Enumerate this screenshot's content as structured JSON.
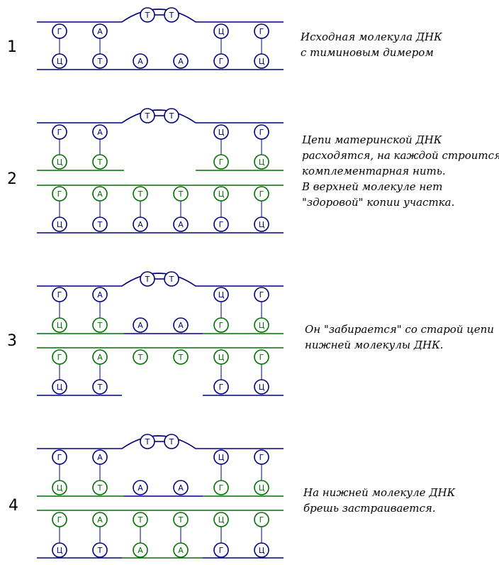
{
  "colors": {
    "blue": "#000080",
    "green": "#007000",
    "background": "#ffffff"
  },
  "panels": [
    {
      "number": "1",
      "caption": [
        "Исходная молекула ДНК",
        "с тиминовым димером"
      ],
      "strands": [
        {
          "kind": "strand",
          "color": "blue",
          "segments": [
            [
              52,
              400
            ]
          ],
          "hump": true,
          "ref": "t1"
        },
        {
          "kind": "bases",
          "color": "blue",
          "ref": "t1",
          "bases": [
            [
              "Г",
              0
            ],
            [
              "А",
              1
            ],
            [
              "Т",
              2
            ],
            [
              "Т",
              3
            ],
            [
              "Ц",
              4
            ],
            [
              "Г",
              5
            ]
          ]
        },
        {
          "kind": "bases",
          "color": "blue",
          "ref": "b1",
          "bases": [
            [
              "Ц",
              0
            ],
            [
              "Т",
              1
            ],
            [
              "А",
              2
            ],
            [
              "А",
              3
            ],
            [
              "Г",
              4
            ],
            [
              "Ц",
              5
            ]
          ]
        },
        {
          "kind": "strand",
          "color": "blue",
          "segments": [
            [
              52,
              400
            ]
          ],
          "ref": "b1"
        }
      ]
    },
    {
      "number": "2",
      "caption": [
        "Цепи материнской ДНК",
        "расходятся, на каждой строится",
        "комплементарная нить.",
        "В верхней молекуле нет",
        "\"здоровой\"  копии участка."
      ],
      "strands": [
        {
          "kind": "strand",
          "color": "blue",
          "segments": [
            [
              52,
              400
            ]
          ],
          "hump": true,
          "ref": "t1"
        },
        {
          "kind": "bases",
          "color": "blue",
          "ref": "t1",
          "bases": [
            [
              "Г",
              0
            ],
            [
              "А",
              1
            ],
            [
              "Т",
              2
            ],
            [
              "Т",
              3
            ],
            [
              "Ц",
              4
            ],
            [
              "Г",
              5
            ]
          ]
        },
        {
          "kind": "bases",
          "color": "green",
          "ref": "t2",
          "bases": [
            [
              "Ц",
              0
            ],
            [
              "Т",
              1
            ],
            [
              "Г",
              4
            ],
            [
              "Ц",
              5
            ]
          ]
        },
        {
          "kind": "strand",
          "color": "green",
          "segments": [
            [
              52,
              175
            ],
            [
              276,
              400
            ]
          ],
          "ref": "t2"
        },
        {
          "kind": "strand",
          "color": "green",
          "segments": [
            [
              52,
              400
            ]
          ],
          "ref": "b2"
        },
        {
          "kind": "bases",
          "color": "green",
          "ref": "b2",
          "bases": [
            [
              "Г",
              0
            ],
            [
              "А",
              1
            ],
            [
              "Т",
              2
            ],
            [
              "Т",
              3
            ],
            [
              "Ц",
              4
            ],
            [
              "Г",
              5
            ]
          ]
        },
        {
          "kind": "bases",
          "color": "blue",
          "ref": "b1",
          "bases": [
            [
              "Ц",
              0
            ],
            [
              "Т",
              1
            ],
            [
              "А",
              2
            ],
            [
              "А",
              3
            ],
            [
              "Г",
              4
            ],
            [
              "Ц",
              5
            ]
          ]
        },
        {
          "kind": "strand",
          "color": "blue",
          "segments": [
            [
              52,
              400
            ]
          ],
          "ref": "b1"
        }
      ]
    },
    {
      "number": "3",
      "caption": [
        "Он \"забирается\" со старой цепи",
        "нижней молекулы ДНК."
      ],
      "strands": [
        {
          "kind": "strand",
          "color": "blue",
          "segments": [
            [
              52,
              400
            ]
          ],
          "hump": true,
          "ref": "t1"
        },
        {
          "kind": "bases",
          "color": "blue",
          "ref": "t1",
          "bases": [
            [
              "Г",
              0
            ],
            [
              "А",
              1
            ],
            [
              "Т",
              2
            ],
            [
              "Т",
              3
            ],
            [
              "Ц",
              4
            ],
            [
              "Г",
              5
            ]
          ]
        },
        {
          "kind": "bases",
          "color": "green",
          "ref": "t2",
          "bases": [
            [
              "Ц",
              0
            ],
            [
              "Т",
              1
            ],
            [
              "Г",
              4
            ],
            [
              "Ц",
              5
            ]
          ]
        },
        {
          "kind": "bases",
          "color": "blue",
          "ref": "t2",
          "bases": [
            [
              "А",
              2
            ],
            [
              "А",
              3
            ]
          ]
        },
        {
          "kind": "strand",
          "color": "green",
          "segments": [
            [
              52,
              175
            ],
            [
              286,
              400
            ]
          ],
          "ref": "t2"
        },
        {
          "kind": "strand",
          "color": "blue",
          "segments": [
            [
              175,
              286
            ]
          ],
          "ref": "t2"
        },
        {
          "kind": "strand",
          "color": "green",
          "segments": [
            [
              52,
              400
            ]
          ],
          "ref": "b2"
        },
        {
          "kind": "bases",
          "color": "green",
          "ref": "b2",
          "bases": [
            [
              "Г",
              0
            ],
            [
              "А",
              1
            ],
            [
              "Т",
              2
            ],
            [
              "Т",
              3
            ],
            [
              "Ц",
              4
            ],
            [
              "Г",
              5
            ]
          ]
        },
        {
          "kind": "bases",
          "color": "blue",
          "ref": "b1",
          "bases": [
            [
              "Ц",
              0
            ],
            [
              "Т",
              1
            ],
            [
              "Г",
              4
            ],
            [
              "Ц",
              5
            ]
          ]
        },
        {
          "kind": "strand",
          "color": "blue",
          "segments": [
            [
              52,
              172
            ],
            [
              286,
              400
            ]
          ],
          "ref": "b1"
        }
      ]
    },
    {
      "number": "4",
      "caption": [
        "На нижней молекуле ДНК",
        "брешь застраивается."
      ],
      "strands": [
        {
          "kind": "strand",
          "color": "blue",
          "segments": [
            [
              52,
              400
            ]
          ],
          "hump": true,
          "ref": "t1"
        },
        {
          "kind": "bases",
          "color": "blue",
          "ref": "t1",
          "bases": [
            [
              "Г",
              0
            ],
            [
              "А",
              1
            ],
            [
              "Т",
              2
            ],
            [
              "Т",
              3
            ],
            [
              "Ц",
              4
            ],
            [
              "Г",
              5
            ]
          ]
        },
        {
          "kind": "bases",
          "color": "green",
          "ref": "t2",
          "bases": [
            [
              "Ц",
              0
            ],
            [
              "Т",
              1
            ],
            [
              "Г",
              4
            ],
            [
              "Ц",
              5
            ]
          ]
        },
        {
          "kind": "bases",
          "color": "blue",
          "ref": "t2",
          "bases": [
            [
              "А",
              2
            ],
            [
              "А",
              3
            ]
          ]
        },
        {
          "kind": "strand",
          "color": "green",
          "segments": [
            [
              52,
              175
            ],
            [
              286,
              400
            ]
          ],
          "ref": "t2"
        },
        {
          "kind": "strand",
          "color": "blue",
          "segments": [
            [
              175,
              286
            ]
          ],
          "ref": "t2"
        },
        {
          "kind": "strand",
          "color": "green",
          "segments": [
            [
              52,
              400
            ]
          ],
          "ref": "b2"
        },
        {
          "kind": "bases",
          "color": "green",
          "ref": "b2",
          "bases": [
            [
              "Г",
              0
            ],
            [
              "А",
              1
            ],
            [
              "Т",
              2
            ],
            [
              "Т",
              3
            ],
            [
              "Ц",
              4
            ],
            [
              "Г",
              5
            ]
          ]
        },
        {
          "kind": "bases",
          "color": "blue",
          "ref": "b1",
          "bases": [
            [
              "Ц",
              0
            ],
            [
              "Т",
              1
            ],
            [
              "Г",
              4
            ],
            [
              "Ц",
              5
            ]
          ]
        },
        {
          "kind": "bases",
          "color": "green",
          "ref": "b1",
          "bases": [
            [
              "А",
              2
            ],
            [
              "А",
              3
            ]
          ]
        },
        {
          "kind": "strand",
          "color": "blue",
          "segments": [
            [
              52,
              172
            ],
            [
              286,
              400
            ]
          ],
          "ref": "b1"
        },
        {
          "kind": "strand",
          "color": "green",
          "segments": [
            [
              172,
              286
            ]
          ],
          "ref": "b1"
        }
      ]
    }
  ]
}
